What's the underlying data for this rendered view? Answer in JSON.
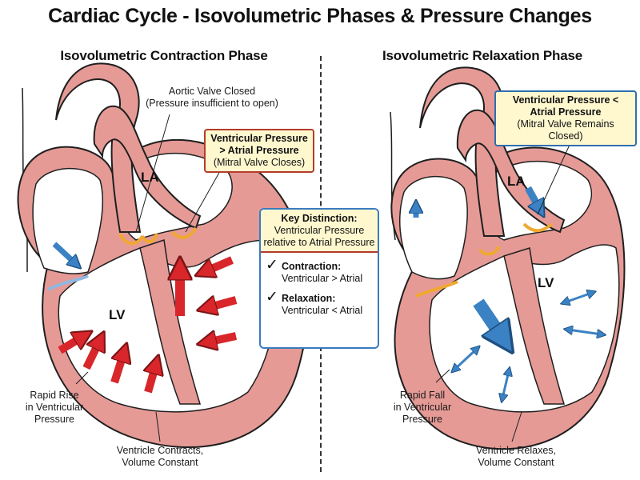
{
  "title": "Cardiac Cycle - Isovolumetric Phases & Pressure Changes",
  "left_panel": {
    "heading": "Isovolumetric Contraction Phase",
    "aortic_label_line1": "Aortic Valve Closed",
    "aortic_label_line2": "(Pressure insufficient to open)",
    "callout_line1": "Ventricular Pressure",
    "callout_line2": "> Atrial Pressure",
    "callout_line3": "(Mitral Valve Closes)",
    "la_label": "LA",
    "lv_label": "LV",
    "pressure_label_line1": "Rapid Rise",
    "pressure_label_line2": "in Ventricular",
    "pressure_label_line3": "Pressure",
    "bottom_label_line1": "Ventricle Contracts,",
    "bottom_label_line2": "Volume Constant"
  },
  "key": {
    "head_line1": "Key Distinction:",
    "head_line2": "Ventricular Pressure",
    "head_line3": "relative to Atrial Pressure",
    "items": [
      {
        "check": "✓",
        "name": "Contraction:",
        "value": "Ventricular > Atrial"
      },
      {
        "check": "✓",
        "name": "Relaxation:",
        "value": "Ventricular < Atrial"
      }
    ]
  },
  "right_panel": {
    "heading": "Isovolumetric Relaxation Phase",
    "callout_line1": "Ventricular Pressure <",
    "callout_line2": "Atrial Pressure",
    "callout_line3": "(Mitral Valve Remains Closed)",
    "la_label": "LA",
    "lv_label": "LV",
    "pressure_label_line1": "Rapid Fall",
    "pressure_label_line2": "in Ventricular",
    "pressure_label_line3": "Pressure",
    "bottom_label_line1": "Ventricle Relaxes,",
    "bottom_label_line2": "Volume Constant"
  },
  "colors": {
    "muscle": "#e59a96",
    "muscle_dark": "#c4625d",
    "outline": "#1f1f1f",
    "valve": "#f0a830",
    "red_arrow": "#d8262a",
    "blue_arrow": "#3b82c4",
    "callout_fill": "#fff8cf"
  }
}
